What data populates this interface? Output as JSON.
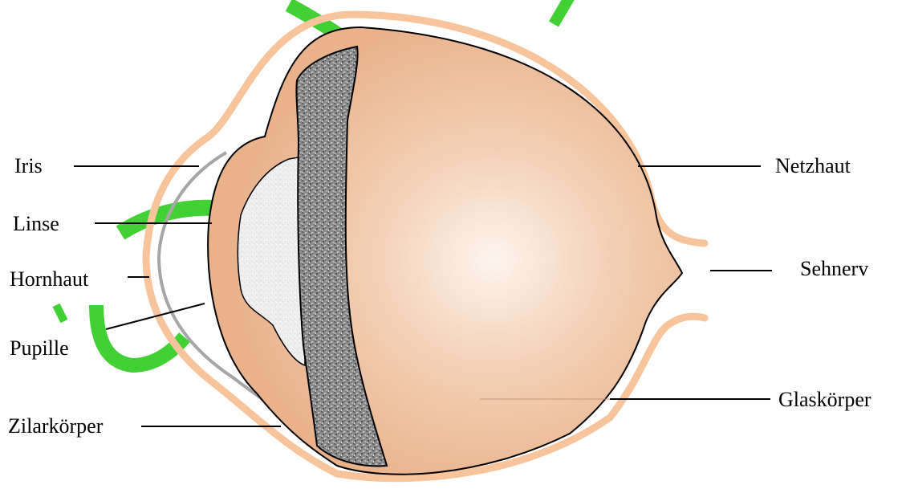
{
  "labels": {
    "iris": "Iris",
    "linse": "Linse",
    "hornhaut": "Hornhaut",
    "pupille": "Pupille",
    "zilarkoerper": "Zilarkörper",
    "netzhaut": "Netzhaut",
    "sehnerv": "Sehnerv",
    "glaskoerper": "Glaskörper"
  },
  "colors": {
    "sclera": "#f7c49b",
    "eyeball_fill": "#e9b28b",
    "eyeball_center": "#fdf2ea",
    "lens": "#ececec",
    "iris_band": "#8c8c8c",
    "cornea": "#a6a6a6",
    "watermark": "#2ecc1f",
    "outline": "#000000"
  }
}
